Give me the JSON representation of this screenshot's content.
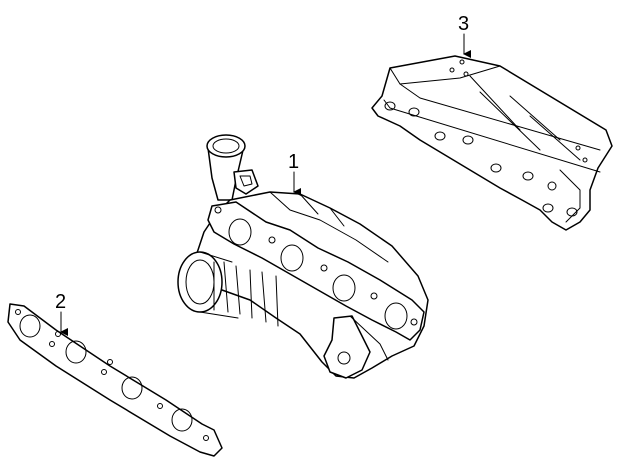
{
  "callouts": [
    {
      "id": "turbocharger",
      "label": "1"
    },
    {
      "id": "gasket",
      "label": "2"
    },
    {
      "id": "heat-shield",
      "label": "3"
    }
  ],
  "colors": {
    "line": "#000000",
    "background": "#ffffff"
  }
}
